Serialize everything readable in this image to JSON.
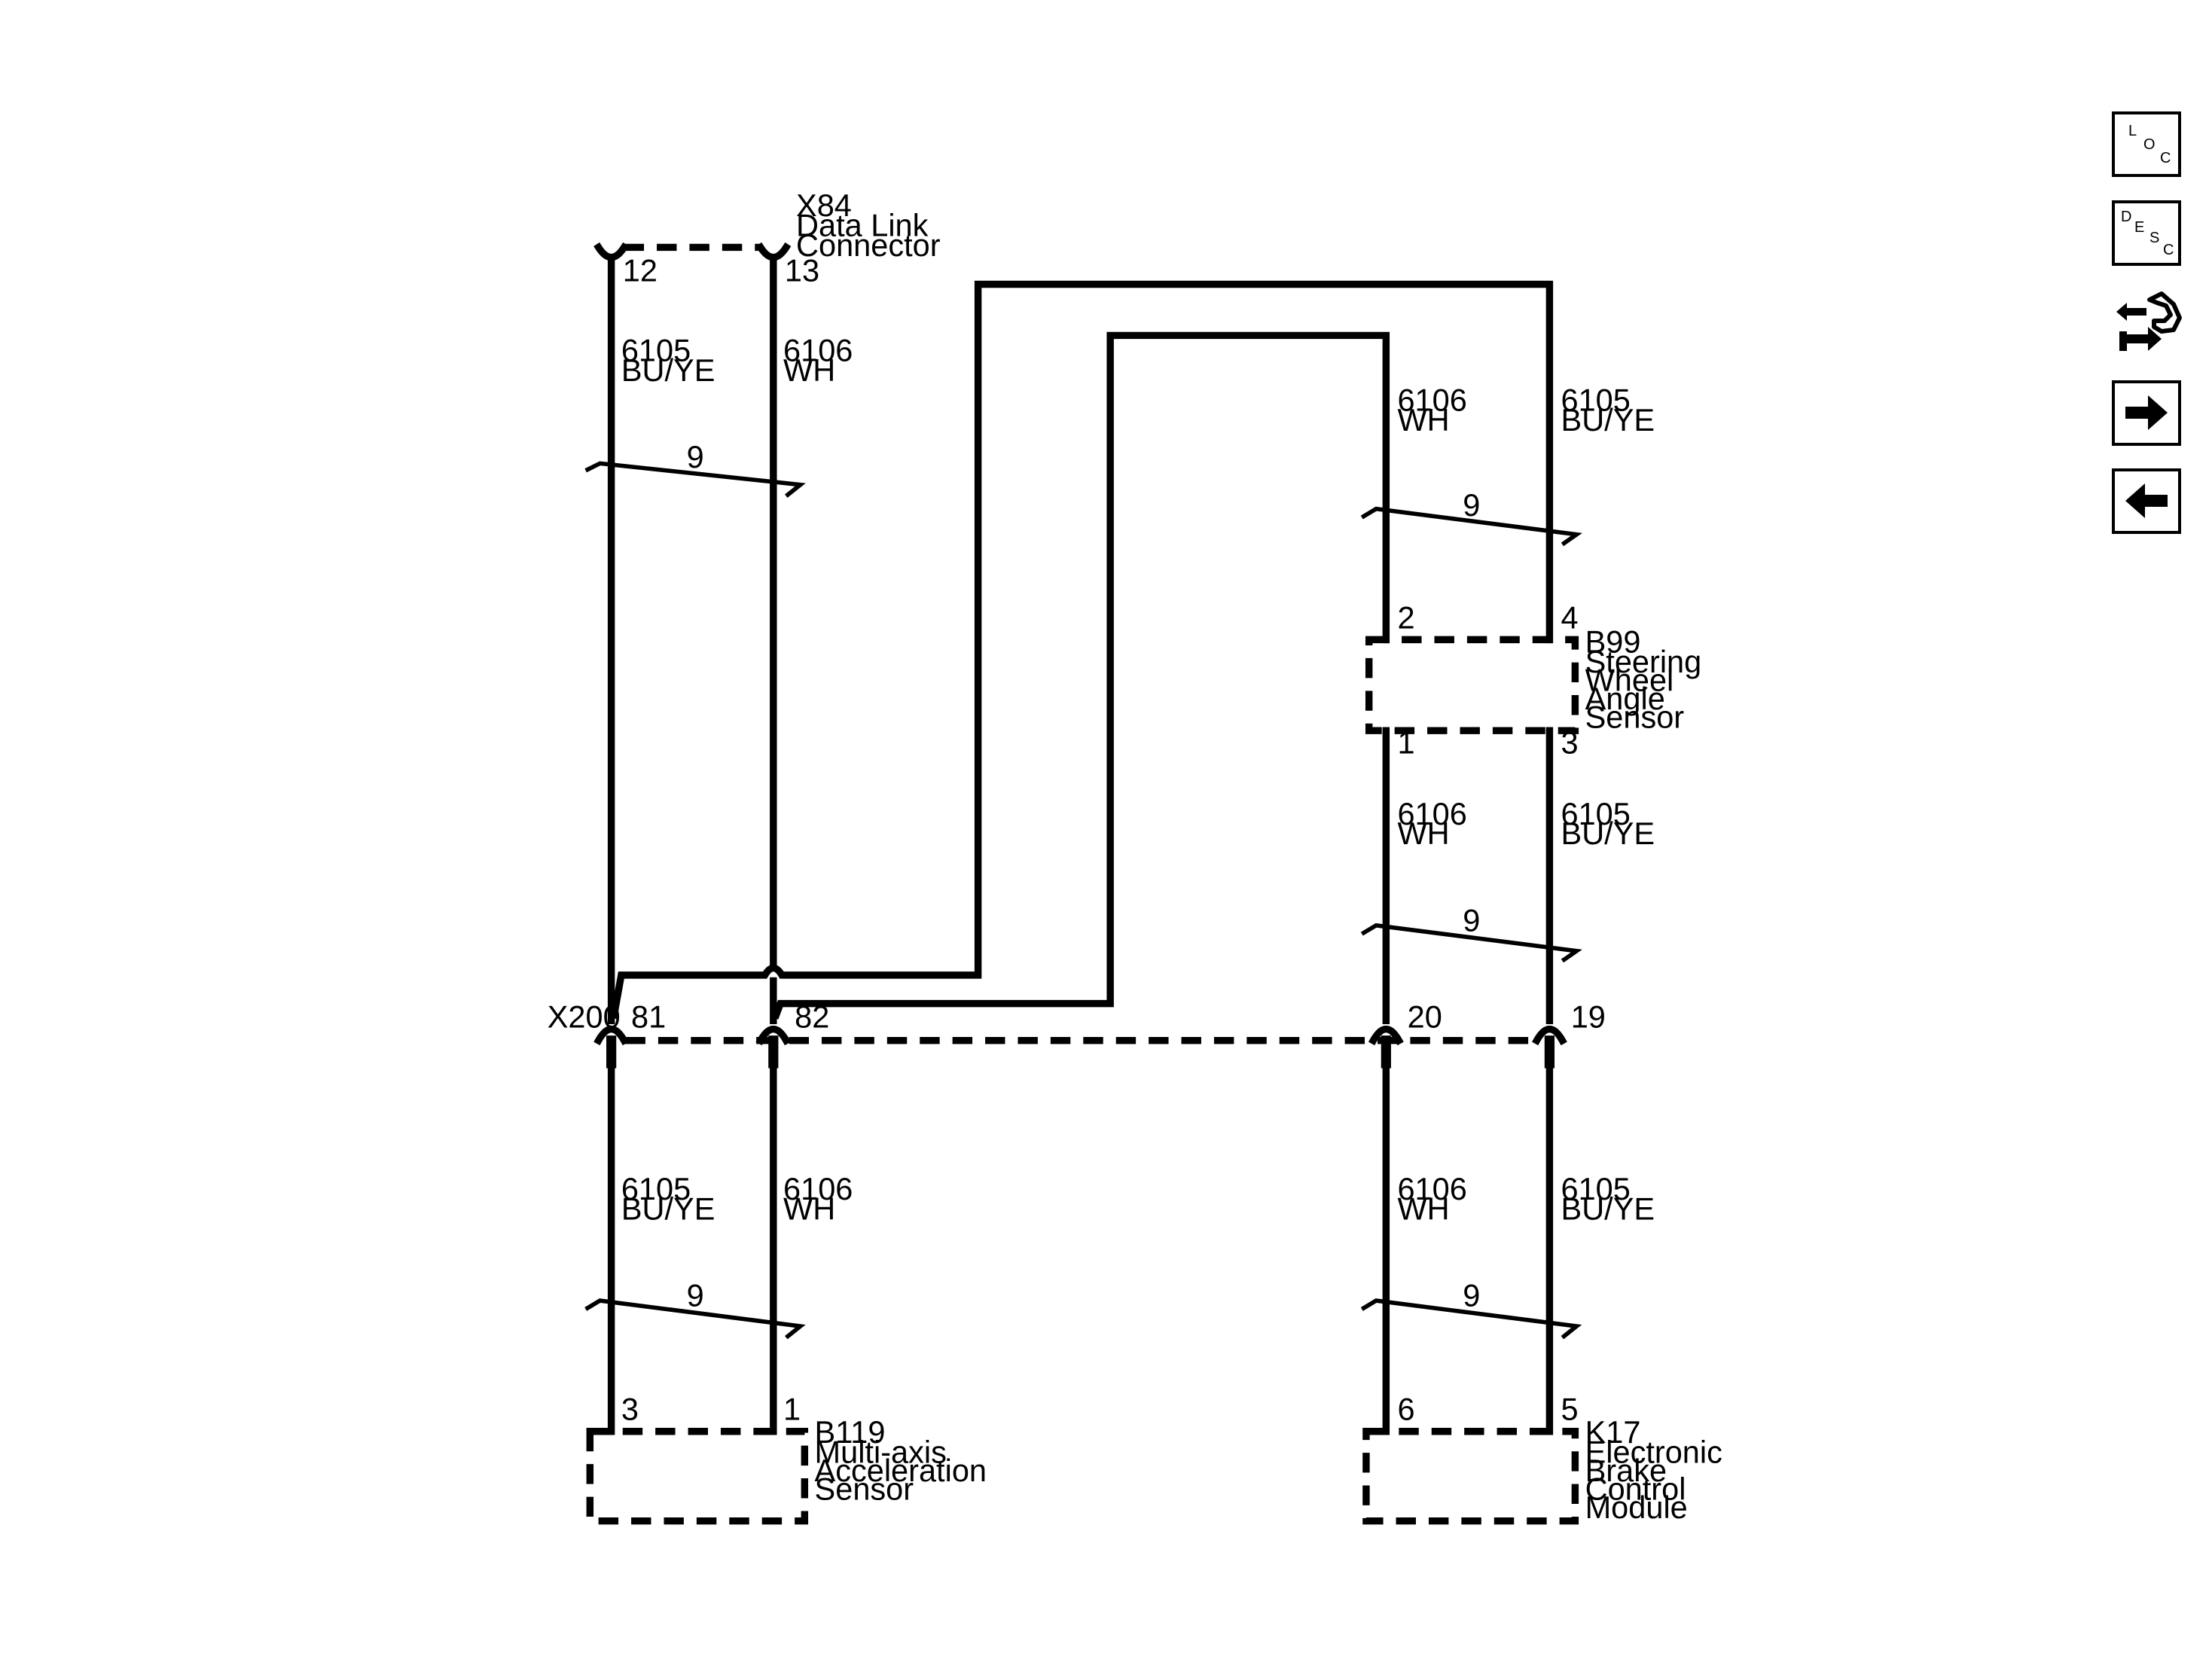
{
  "connectors": {
    "x84": {
      "id": "X84",
      "line1": "Data Link",
      "line2": "Connector",
      "pin_a": "12",
      "pin_b": "13"
    },
    "x200": {
      "id": "X200",
      "pin_81": "81",
      "pin_82": "82",
      "pin_20": "20",
      "pin_19": "19"
    },
    "b99": {
      "id": "B99",
      "line1": "Steering",
      "line2": "Wheel",
      "line3": "Angle",
      "line4": "Sensor",
      "pin_top_left": "2",
      "pin_top_right": "4",
      "pin_bottom_left": "1",
      "pin_bottom_right": "3"
    },
    "b119": {
      "id": "B119",
      "line1": "Multi-axis",
      "line2": "Acceleration",
      "line3": "Sensor",
      "pin_left": "3",
      "pin_right": "1"
    },
    "k17": {
      "id": "K17",
      "line1": "Electronic",
      "line2": "Brake",
      "line3": "Control",
      "line4": "Module",
      "pin_left": "6",
      "pin_right": "5"
    }
  },
  "wires": {
    "bu_ye": {
      "circuit": "6105",
      "color": "BU/YE"
    },
    "wh": {
      "circuit": "6106",
      "color": "WH"
    }
  },
  "twist_count": "9",
  "nav": {
    "loc": {
      "c1": "L",
      "c2": "O",
      "c3": "C"
    },
    "desc": {
      "c1": "D",
      "c2": "E",
      "c3": "S",
      "c4": "C"
    },
    "icons": [
      "loc-icon",
      "desc-icon",
      "connector-swap-icon",
      "arrow-right-icon",
      "arrow-left-icon"
    ]
  }
}
